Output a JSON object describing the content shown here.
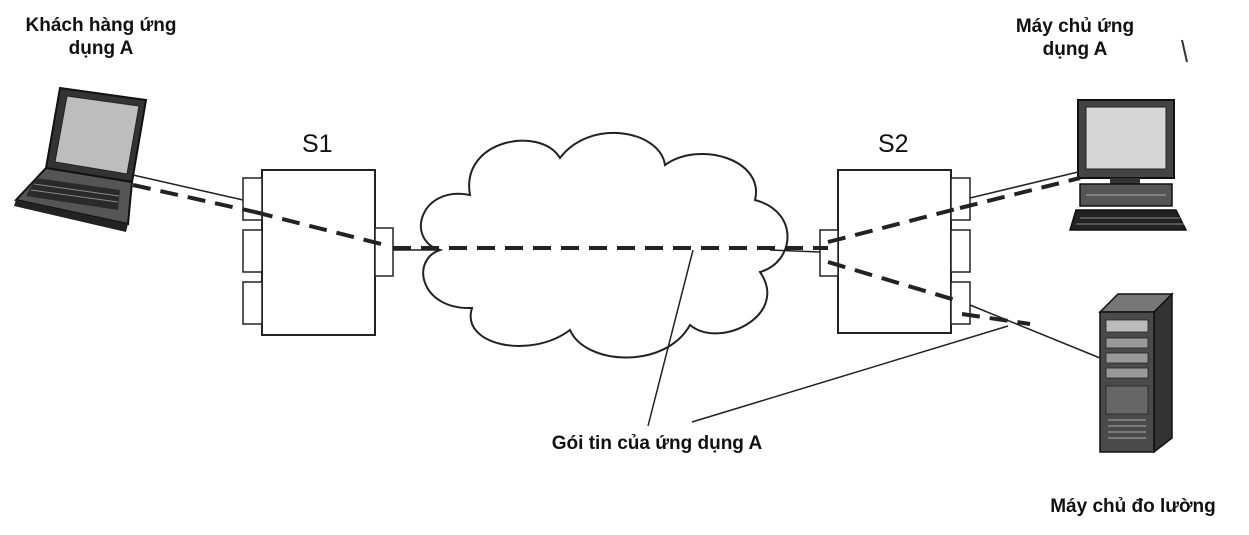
{
  "labels": {
    "client": "Khách hàng ứng dụng A",
    "app_server": "Máy chủ ứng dụng A",
    "switch1": "S1",
    "switch2": "S2",
    "packet": "Gói tin của ứng dụng A",
    "measure_server": "Máy chủ đo lường"
  },
  "icons": {
    "client": "laptop-icon",
    "app_server": "desktop-computer-icon",
    "measure_server": "tower-server-icon",
    "network": "cloud-icon"
  }
}
